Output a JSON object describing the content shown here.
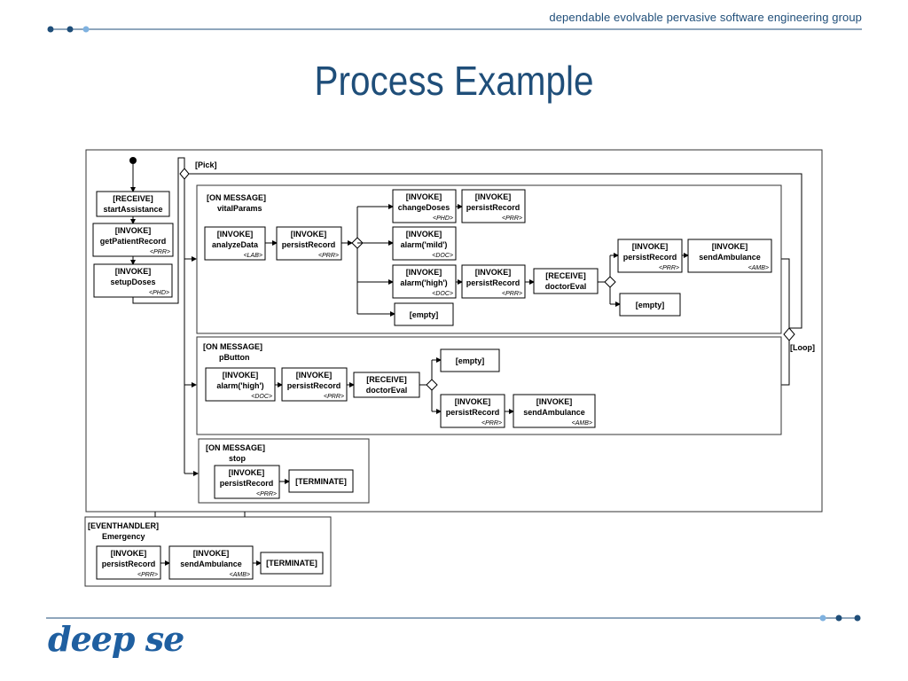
{
  "header": {
    "tagline": "dependable evolvable pervasive software engineering group"
  },
  "slide": {
    "title": "Process Example"
  },
  "logo": {
    "text": "deep se"
  },
  "diagram": {
    "pick": "[Pick]",
    "loop": "[Loop]",
    "receive": "[RECEIVE]",
    "invoke": "[INVOKE]",
    "empty": "[empty]",
    "terminate": "[TERMINATE]",
    "on_message": "[ON MESSAGE]",
    "eventhandler": "[EVENTHANDLER]",
    "startAssistance": "startAssistance",
    "getPatientRecord": "getPatientRecord",
    "setupDoses": "setupDoses",
    "vitalParams": "vitalParams",
    "analyzeData": "analyzeData",
    "persistRecord": "persistRecord",
    "changeDoses": "changeDoses",
    "alarm_mild": "alarm('mild')",
    "alarm_high": "alarm('high')",
    "doctorEval": "doctorEval",
    "sendAmbulance": "sendAmbulance",
    "pButton": "pButton",
    "stop": "stop",
    "emergency": "Emergency",
    "PRR": "<PRR>",
    "PHD": "<PHD>",
    "LAB": "<LAB>",
    "DOC": "<DOC>",
    "AMB": "<AMB>"
  }
}
